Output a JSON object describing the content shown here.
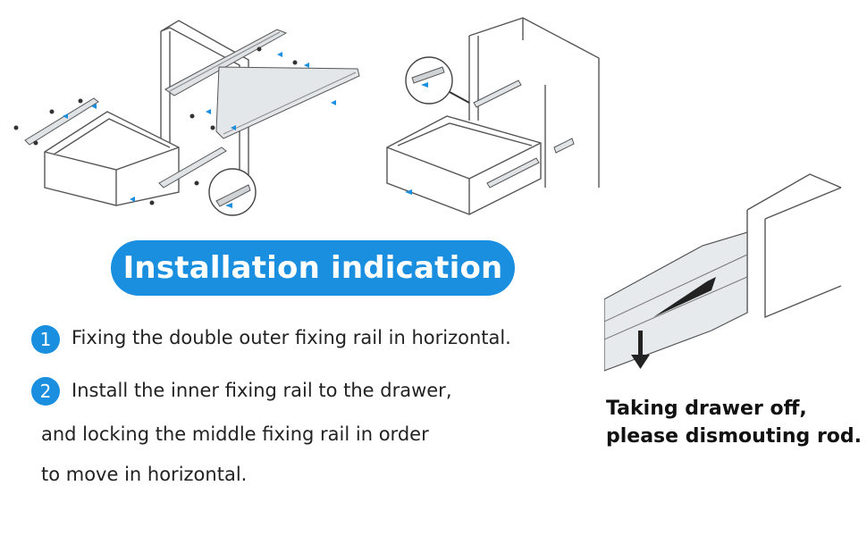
{
  "title": "Installation indication",
  "steps": [
    {
      "number": "1",
      "lines": [
        "Fixing the double outer fixing rail in horizontal."
      ]
    },
    {
      "number": "2",
      "lines": [
        "Install the inner fixing rail to the drawer,",
        "and locking the middle fixing rail in order",
        "to move in horizontal."
      ]
    }
  ],
  "note": {
    "line1": "Taking drawer off,",
    "line2": "please dismouting rod."
  },
  "colors": {
    "accent": "#1a8fe0",
    "line": "#555555",
    "rail": "#cfd3d6"
  }
}
